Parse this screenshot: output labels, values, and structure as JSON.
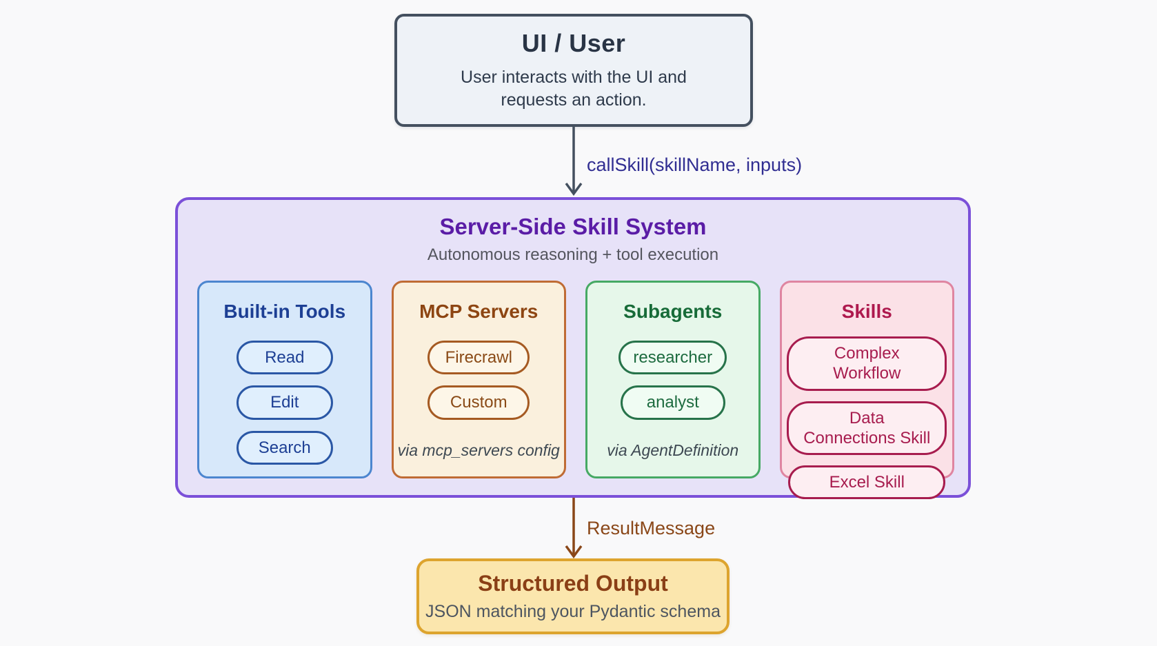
{
  "ui_user_box": {
    "title": "UI / User",
    "description": "User interacts with the UI and requests an action."
  },
  "call_arrow": {
    "label": "callSkill(skillName, inputs)"
  },
  "skill_system": {
    "title": "Server-Side Skill System",
    "subtitle": "Autonomous reasoning + tool execution",
    "cards": [
      {
        "title": "Built-in Tools",
        "pills": [
          "Read",
          "Edit",
          "Search"
        ],
        "footer": ""
      },
      {
        "title": "MCP Servers",
        "pills": [
          "Firecrawl",
          "Custom"
        ],
        "footer": "via mcp_servers config"
      },
      {
        "title": "Subagents",
        "pills": [
          "researcher",
          "analyst"
        ],
        "footer": "via AgentDefinition"
      },
      {
        "title": "Skills",
        "pills": [
          "Complex Workflow",
          "Data Connections Skill",
          "Excel Skill"
        ],
        "footer": ""
      }
    ]
  },
  "result_arrow": {
    "label": "ResultMessage"
  },
  "structured_output": {
    "title": "Structured Output",
    "subtitle": "JSON matching your Pydantic schema"
  },
  "palette": {
    "page_bg": "#f9f9fa",
    "ui_box_bg": "#eef2f7",
    "ui_box_border": "#44505f",
    "call_label_color": "#312e92",
    "system_bg": "#e7e2f8",
    "system_border": "#7b50d8",
    "system_title_color": "#5a1ca6",
    "tools_border": "#4c86cf",
    "tools_text": "#1d3f94",
    "mcp_border": "#bf6b34",
    "mcp_text": "#8d4512",
    "agents_border": "#46a964",
    "agents_text": "#176b38",
    "skills_border": "#df85a1",
    "skills_text": "#ae194e",
    "result_label_color": "#8a4718",
    "output_bg": "#fbe6ad",
    "output_border": "#dda42e",
    "output_title_color": "#8a3f16"
  }
}
